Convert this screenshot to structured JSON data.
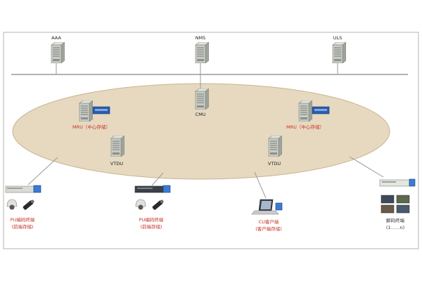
{
  "colors": {
    "ellipse_fill": "#e6d9c0",
    "ellipse_stroke": "#c9b48e",
    "bus_line": "#9a9a9a",
    "frame": "#b5b5b5",
    "label_red": "#c83228",
    "label_dark": "#222222",
    "server_body": "#c7cbc4",
    "server_dark": "#7f857d",
    "storage_blue": "#2a5caa",
    "device_blue": "#3a7bd5"
  },
  "servers": {
    "aaa": {
      "label": "AAA",
      "icon": "server-tower-icon"
    },
    "nms": {
      "label": "NMS",
      "icon": "server-tower-icon"
    },
    "uls": {
      "label": "ULS",
      "icon": "server-tower-icon"
    },
    "cmu": {
      "label": "CMU",
      "icon": "server-tower-icon"
    },
    "mru_left": {
      "label": "MRU（中心存储）",
      "icon": "server-storage-icon"
    },
    "mru_right": {
      "label": "MRU（中心存储）",
      "icon": "server-storage-icon"
    },
    "vtdu_left": {
      "label": "VTDU",
      "icon": "server-tower-icon"
    },
    "vtdu_right": {
      "label": "VTDU",
      "icon": "server-tower-icon"
    }
  },
  "terminals": {
    "pu_left": {
      "line1": "PU编码终端",
      "line2": "(前端存储)",
      "icon": "encoder-camera-icon"
    },
    "pu_middle": {
      "line1": "PU编码终端",
      "line2": "(前端存储)",
      "icon": "encoder-camera-icon"
    },
    "cu_client": {
      "line1": "CU客户端",
      "line2": "(客户端存储)",
      "icon": "laptop-icon"
    },
    "decoder": {
      "line1": "解码终端",
      "line2": "(1……n)",
      "icon": "decoder-monitors-icon"
    }
  }
}
